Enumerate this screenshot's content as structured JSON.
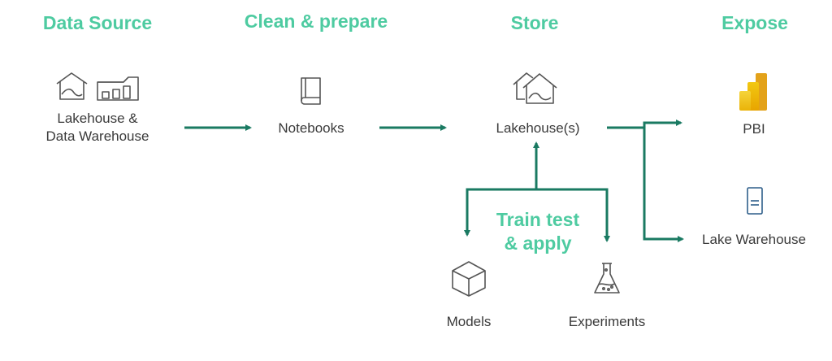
{
  "headings": {
    "data_source": "Data Source",
    "clean_prepare": "Clean & prepare",
    "store": "Store",
    "expose": "Expose",
    "train_line1": "Train test",
    "train_line2": "& apply"
  },
  "nodes": {
    "source_line1": "Lakehouse &",
    "source_line2": "Data Warehouse",
    "notebooks": "Notebooks",
    "lakehouses": "Lakehouse(s)",
    "pbi": "PBI",
    "lake_warehouse": "Lake Warehouse",
    "models": "Models",
    "experiments": "Experiments"
  },
  "icons": {
    "source_a": "lakehouse-icon",
    "source_b": "warehouse-icon",
    "notebooks": "notebook-icon",
    "store": "lakehouse-icon",
    "pbi": "power-bi-icon",
    "lake_warehouse": "warehouse-server-icon",
    "models": "cube-icon",
    "experiments": "flask-icon"
  },
  "colors": {
    "heading": "#4ecba1",
    "arrow": "#1a7a62",
    "text": "#3a3a3a",
    "icon_stroke": "#555555"
  }
}
